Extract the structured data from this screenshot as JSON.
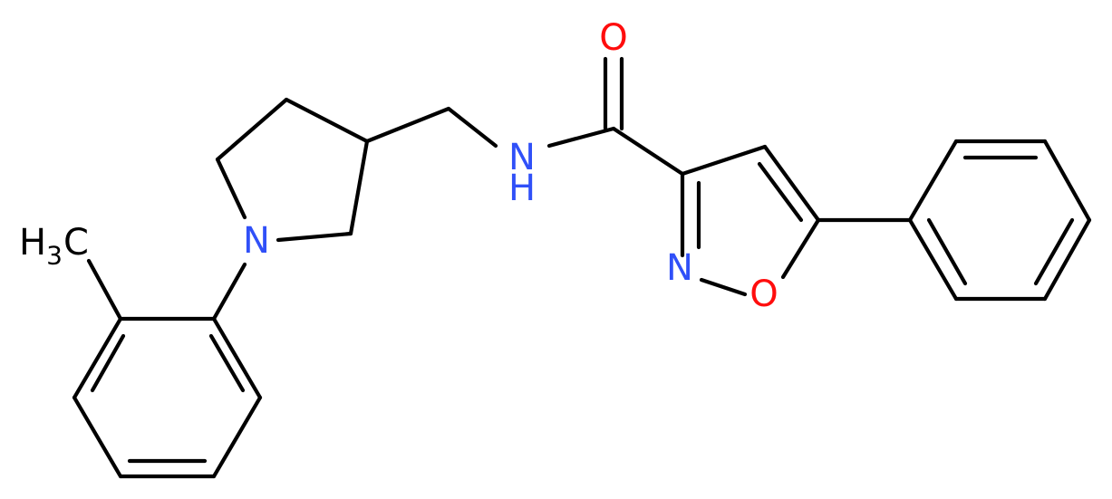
{
  "molecule": {
    "colors": {
      "bond": "#000000",
      "carbon_label": "#000000",
      "nitrogen": "#3050F8",
      "oxygen": "#FF0D0D"
    },
    "atoms": {
      "carbonyl_o": {
        "text": "O",
        "element": "O"
      },
      "amide_n": {
        "text": "N",
        "element": "N"
      },
      "amide_h": {
        "text": "H",
        "element": "N"
      },
      "pyrrolidine_n": {
        "text": "N",
        "element": "N"
      },
      "isoxazole_n": {
        "text": "N",
        "element": "N"
      },
      "isoxazole_o": {
        "text": "O",
        "element": "O"
      },
      "methyl_h": {
        "text": "H",
        "element": "C"
      },
      "methyl_sub": {
        "text": "3",
        "element": "C"
      },
      "methyl_c": {
        "text": "C",
        "element": "C"
      }
    }
  }
}
